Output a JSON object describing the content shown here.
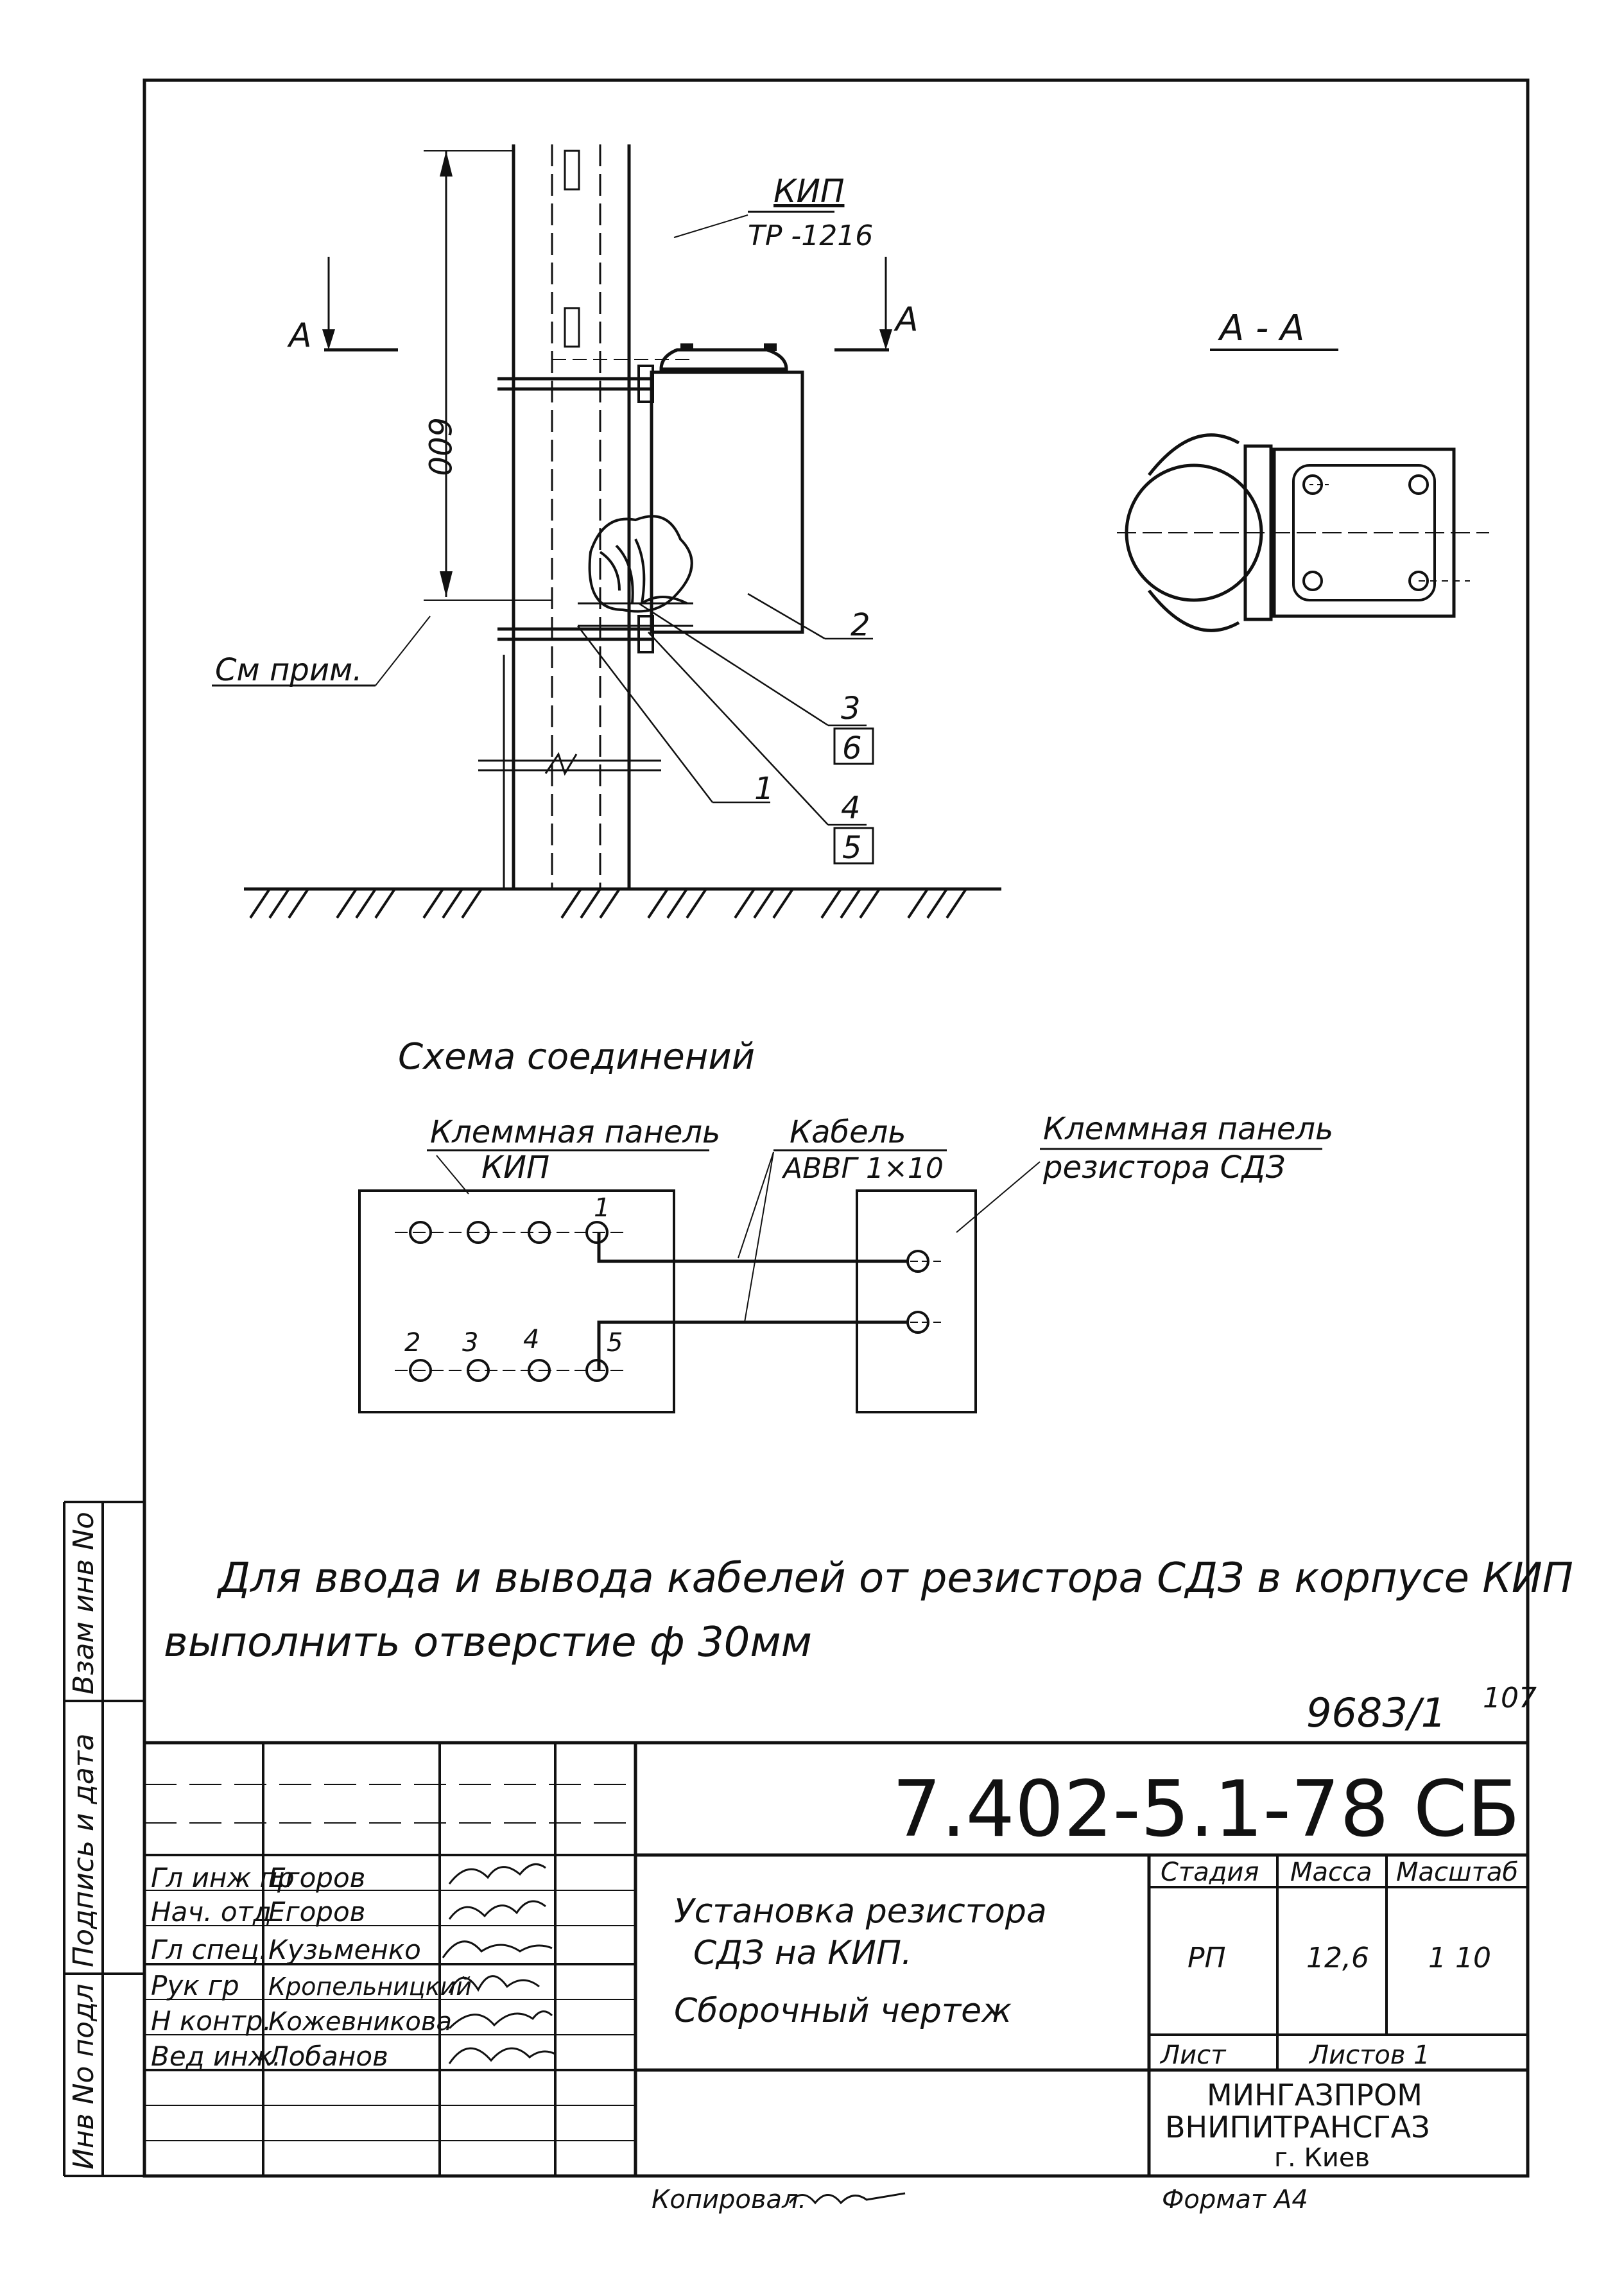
{
  "drawing": {
    "kip_label": "КИП",
    "kip_type": "ТР -1216",
    "section_marker": "А",
    "section_title": "А - А",
    "dimension_600": "600",
    "note_ref": "См прим.",
    "callouts": [
      "1",
      "2",
      "3",
      "6",
      "4",
      "5"
    ]
  },
  "scheme": {
    "title": "Схема соединений",
    "panel_kip_label_1": "Клеммная панель",
    "panel_kip_label_2": "КИП",
    "cable_label_1": "Кабель",
    "cable_label_2": "АВВГ 1×10",
    "panel_sdz_label_1": "Клеммная панель",
    "panel_sdz_label_2": "резистора СДЗ",
    "terminal_numbers": [
      "1",
      "2",
      "3",
      "4",
      "5"
    ]
  },
  "note": {
    "line1": "Для ввода и вывода кабелей от резистора СДЗ в корпусе КИП",
    "line2": "выполнить отверстие ф 30мм"
  },
  "sheet_ref": {
    "number": "9683/1",
    "page": "107"
  },
  "side_stamp": {
    "vzam": "Взам инв No",
    "podpis": "Подпись и дата",
    "inv": "Инв No подл"
  },
  "title_block": {
    "code": "7.402-5.1-78 СБ",
    "roles": [
      "Гл инж пр",
      "Нач. отд",
      "Гл спец.",
      "Рук гр",
      "Н контр.",
      "Вед инж."
    ],
    "names": [
      "Егоров",
      "Егоров",
      "Кузьменко",
      "Кропельницкий",
      "Кожевникова",
      "Лобанов"
    ],
    "title_1": "Установка резистора",
    "title_2": "СДЗ на КИП.",
    "title_3": "Сборочный чертеж",
    "stage_h": "Стадия",
    "mass_h": "Масса",
    "scale_h": "Масштаб",
    "stage": "РП",
    "mass": "12,6",
    "scale": "1 10",
    "sheet_h": "Лист",
    "sheets_h": "Листов 1",
    "org_1": "МИНГАЗПРОМ",
    "org_2": "ВНИПИТРАНСГАЗ",
    "org_3": "г. Киев"
  },
  "footer": {
    "copied": "Копировал.",
    "format": "Формат А4"
  }
}
